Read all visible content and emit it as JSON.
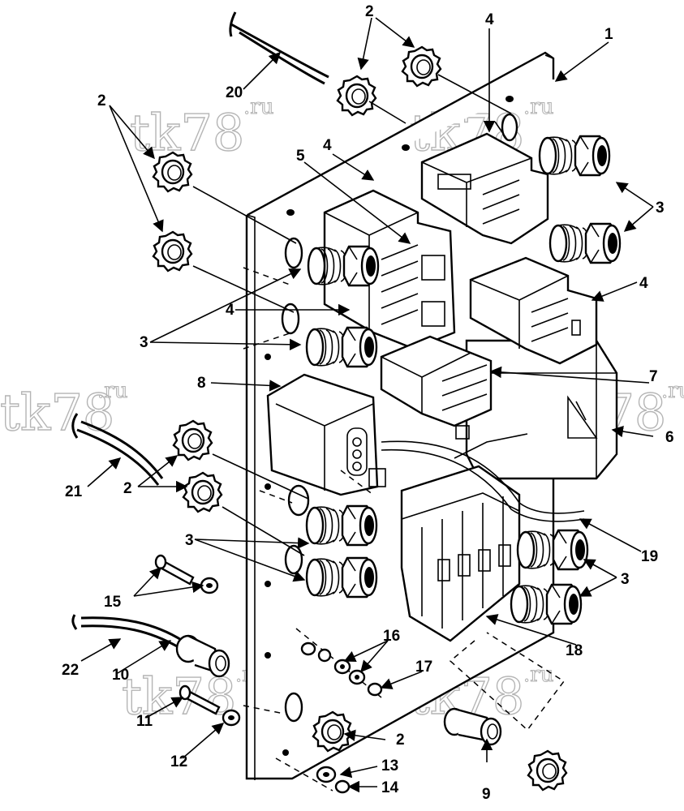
{
  "watermark": {
    "text": "tk78",
    "suffix": ".ru"
  },
  "callouts": {
    "c1": "1",
    "c2a": "2",
    "c2b": "2",
    "c2c": "2",
    "c2d": "2",
    "c3a": "3",
    "c3b": "3",
    "c3c": "3",
    "c3d": "3",
    "c4a": "4",
    "c4b": "4",
    "c4c": "4",
    "c4d": "4",
    "c5": "5",
    "c6": "6",
    "c7": "7",
    "c8": "8",
    "c9": "9",
    "c10": "10",
    "c11": "11",
    "c12": "12",
    "c13": "13",
    "c14": "14",
    "c15": "15",
    "c16": "16",
    "c17": "17",
    "c18": "18",
    "c19": "19",
    "c20": "20",
    "c21": "21",
    "c22": "22"
  }
}
